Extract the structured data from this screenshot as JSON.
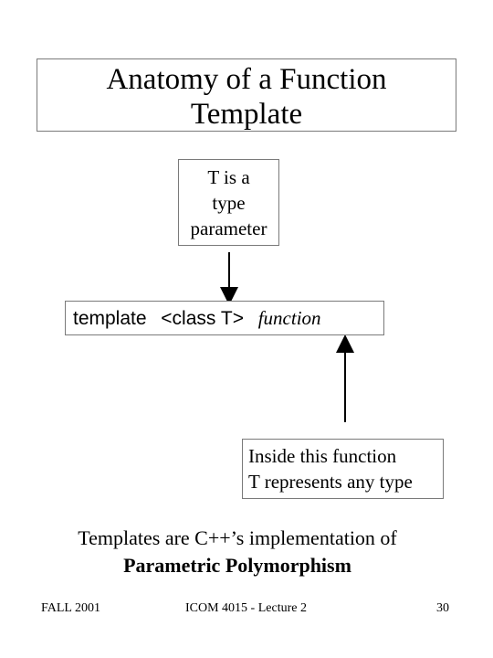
{
  "title": {
    "line1": "Anatomy of a Function",
    "line2": "Template"
  },
  "param_box": {
    "line1": "T is a",
    "line2": "type",
    "line3": "parameter"
  },
  "declaration": {
    "keyword": "template",
    "params": "<class  T>",
    "body": "function"
  },
  "inside_box": {
    "line1": "Inside this function",
    "line2": "T represents any type"
  },
  "summary": {
    "line1": "Templates are C++’s  implementation of",
    "line2": "Parametric Polymorphism"
  },
  "footer": {
    "left": "FALL 2001",
    "center": "ICOM 4015 - Lecture 2",
    "right": "30"
  }
}
